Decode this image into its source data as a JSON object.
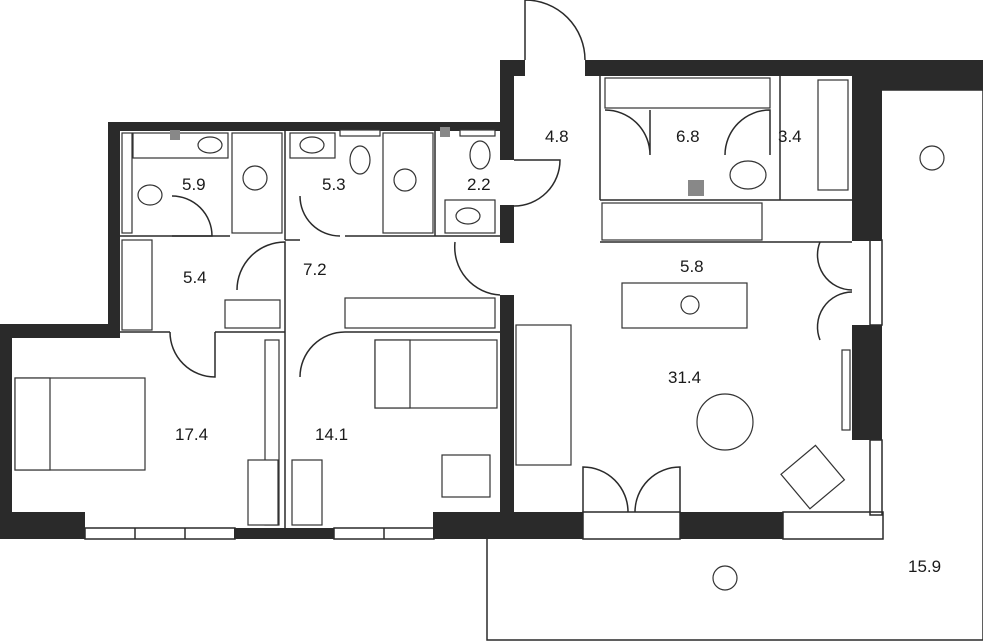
{
  "rooms": [
    {
      "id": "bath-1",
      "area": "5.9"
    },
    {
      "id": "bath-2",
      "area": "5.3"
    },
    {
      "id": "wc",
      "area": "2.2"
    },
    {
      "id": "entry",
      "area": "4.8"
    },
    {
      "id": "wardrobe",
      "area": "6.8"
    },
    {
      "id": "laundry",
      "area": "3.4"
    },
    {
      "id": "closet",
      "area": "5.4"
    },
    {
      "id": "hall",
      "area": "7.2"
    },
    {
      "id": "kitchen",
      "area": "5.8"
    },
    {
      "id": "bedroom-1",
      "area": "17.4"
    },
    {
      "id": "bedroom-2",
      "area": "14.1"
    },
    {
      "id": "living",
      "area": "31.4"
    },
    {
      "id": "terrace",
      "area": "15.9"
    }
  ],
  "colors": {
    "wall": "#2a2a2a",
    "background": "#ffffff"
  }
}
